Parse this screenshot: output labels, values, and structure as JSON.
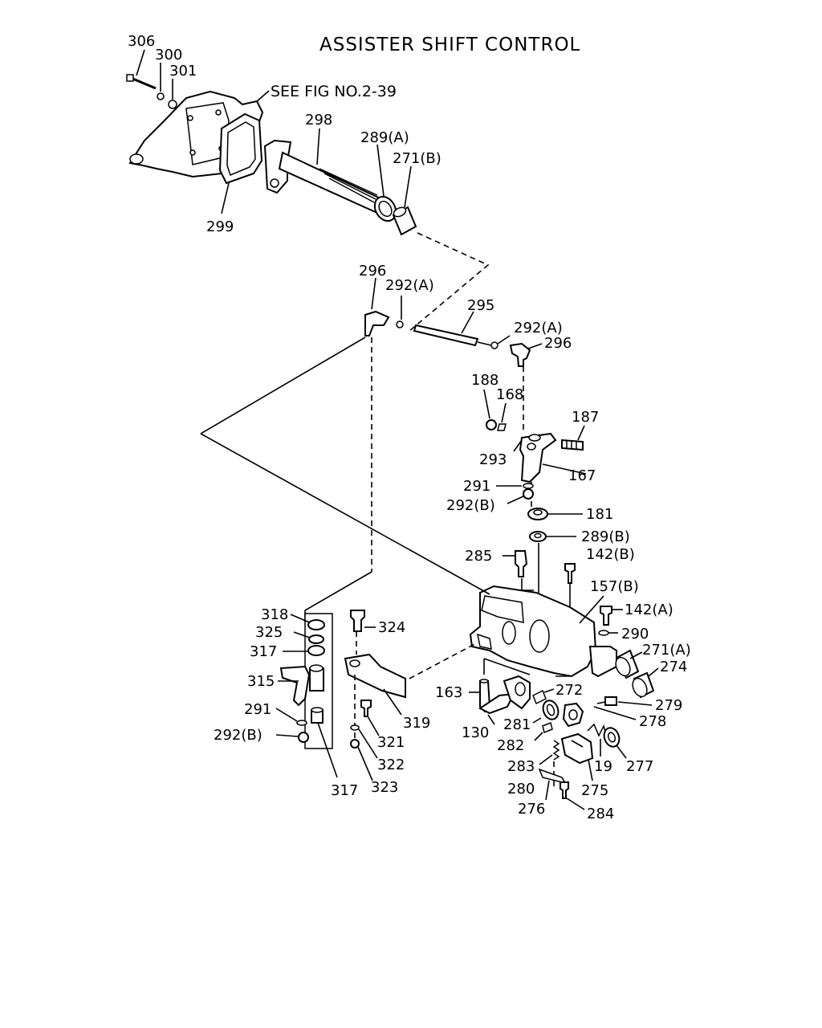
{
  "title": "ASSISTER SHIFT CONTROL",
  "note": "SEE FIG NO.2-39",
  "callouts": [
    {
      "key": "c306",
      "text": "306"
    },
    {
      "key": "c300",
      "text": "300"
    },
    {
      "key": "c301",
      "text": "301"
    },
    {
      "key": "c298",
      "text": "298"
    },
    {
      "key": "c289a",
      "text": "289(A)"
    },
    {
      "key": "c271b",
      "text": "271(B)"
    },
    {
      "key": "c299",
      "text": "299"
    },
    {
      "key": "c296a",
      "text": "296"
    },
    {
      "key": "c292a1",
      "text": "292(A)"
    },
    {
      "key": "c295",
      "text": "295"
    },
    {
      "key": "c292a2",
      "text": "292(A)"
    },
    {
      "key": "c296b",
      "text": "296"
    },
    {
      "key": "c188",
      "text": "188"
    },
    {
      "key": "c168",
      "text": "168"
    },
    {
      "key": "c187",
      "text": "187"
    },
    {
      "key": "c293",
      "text": "293"
    },
    {
      "key": "c167",
      "text": "167"
    },
    {
      "key": "c291a",
      "text": "291"
    },
    {
      "key": "c292b1",
      "text": "292(B)"
    },
    {
      "key": "c181",
      "text": "181"
    },
    {
      "key": "c289b",
      "text": "289(B)"
    },
    {
      "key": "c285",
      "text": "285"
    },
    {
      "key": "c142b",
      "text": "142(B)"
    },
    {
      "key": "c157b",
      "text": "157(B)"
    },
    {
      "key": "c142a",
      "text": "142(A)"
    },
    {
      "key": "c290",
      "text": "290"
    },
    {
      "key": "c271a",
      "text": "271(A)"
    },
    {
      "key": "c274",
      "text": "274"
    },
    {
      "key": "c318",
      "text": "318"
    },
    {
      "key": "c325",
      "text": "325"
    },
    {
      "key": "c317a",
      "text": "317"
    },
    {
      "key": "c324",
      "text": "324"
    },
    {
      "key": "c315",
      "text": "315"
    },
    {
      "key": "c291b",
      "text": "291"
    },
    {
      "key": "c292b2",
      "text": "292(B)"
    },
    {
      "key": "c319",
      "text": "319"
    },
    {
      "key": "c321",
      "text": "321"
    },
    {
      "key": "c322",
      "text": "322"
    },
    {
      "key": "c323",
      "text": "323"
    },
    {
      "key": "c317b",
      "text": "317"
    },
    {
      "key": "c163",
      "text": "163"
    },
    {
      "key": "c130",
      "text": "130"
    },
    {
      "key": "c272",
      "text": "272"
    },
    {
      "key": "c281",
      "text": "281"
    },
    {
      "key": "c282",
      "text": "282"
    },
    {
      "key": "c283",
      "text": "283"
    },
    {
      "key": "c280",
      "text": "280"
    },
    {
      "key": "c276",
      "text": "276"
    },
    {
      "key": "c284",
      "text": "284"
    },
    {
      "key": "c275",
      "text": "275"
    },
    {
      "key": "c19",
      "text": "19"
    },
    {
      "key": "c277",
      "text": "277"
    },
    {
      "key": "c279",
      "text": "279"
    },
    {
      "key": "c278",
      "text": "278"
    }
  ]
}
